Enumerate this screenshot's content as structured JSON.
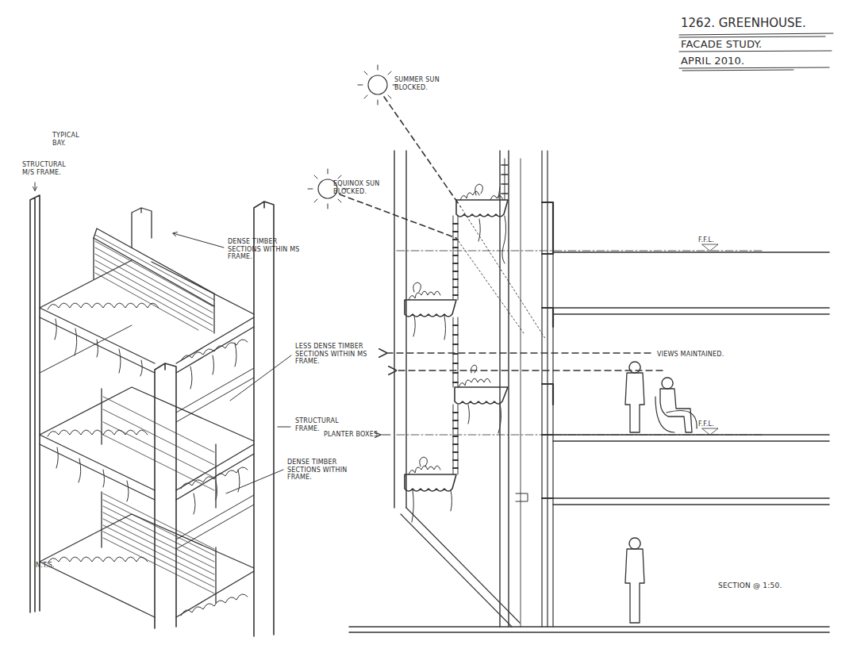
{
  "diagram": {
    "title": "1262. GREENHOUSE.",
    "labels": [
      "FACADE STUDY.",
      "APRIL 2010.",
      "TYPICAL BAY.",
      "STRUCTURAL M/S FRAME.",
      "DENSE TIMBER SECTIONS WITHIN MS FRAME.",
      "SUMMER SUN BLOCKED.",
      "EQUINOX SUN BLOCKED.",
      "LESS DENSE TIMBER SECTIONS WITHIN MS FRAME.",
      "VIEWS MAINTAINED.",
      "F.F.L.",
      "PLANTER BOXES.",
      "STRUCTURAL FRAME.",
      "DENSE TIMBER SECTIONS WITHIN FRAME.",
      "F.F.L.",
      "N.T.S.",
      "SECTION @ 1:50."
    ]
  }
}
